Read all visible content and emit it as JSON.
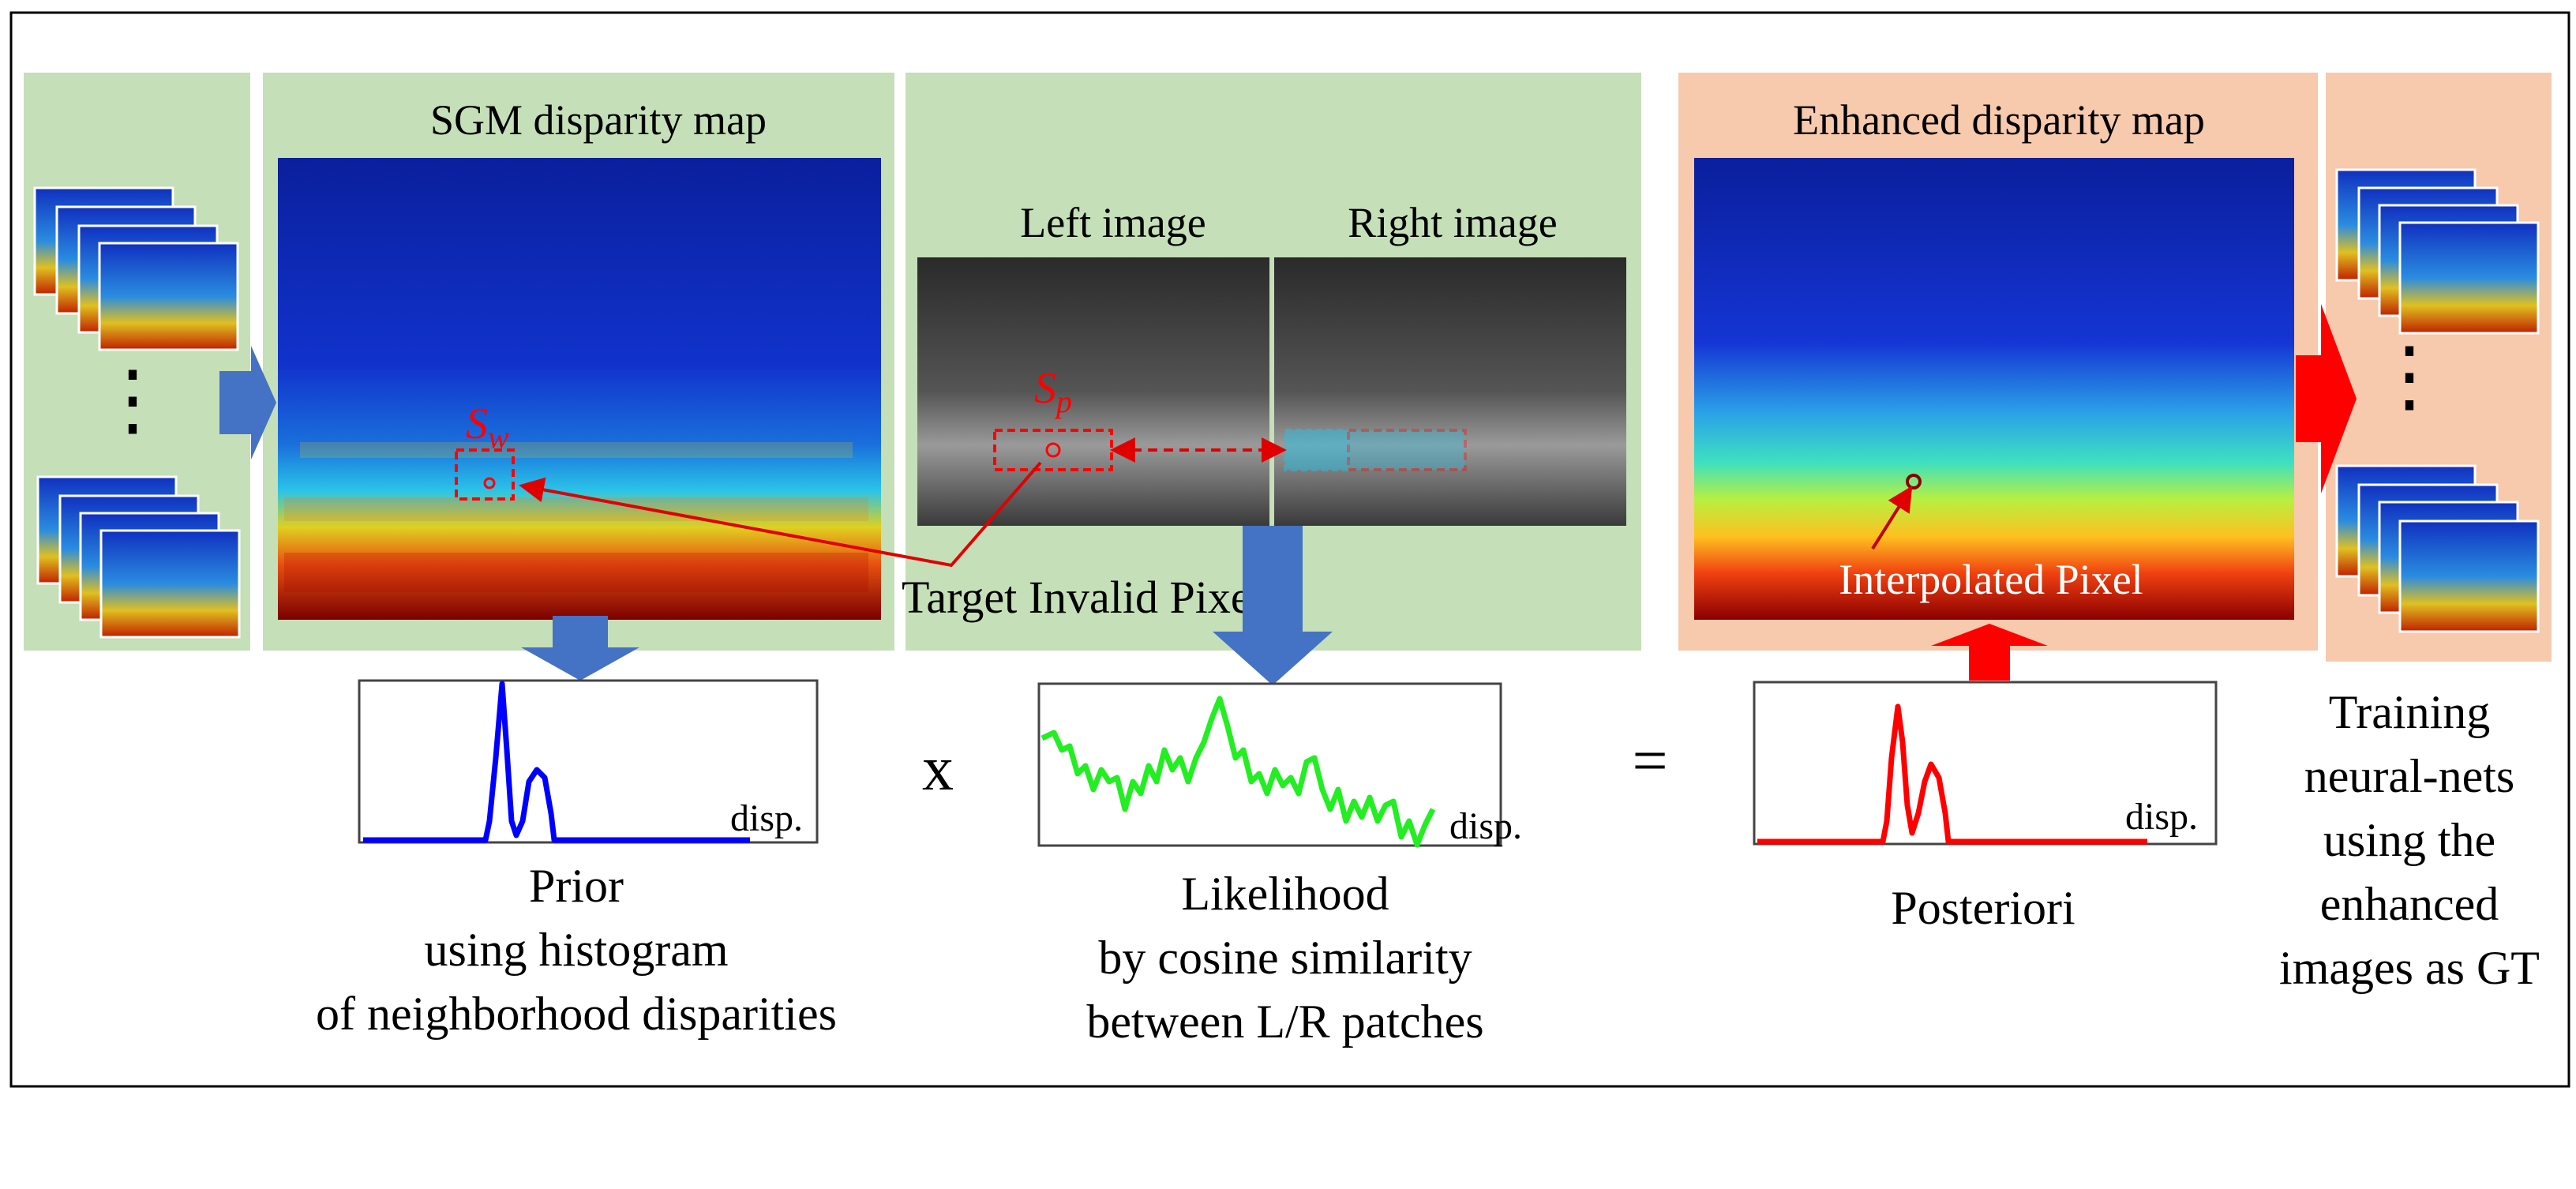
{
  "colors": {
    "green_panel": "#c5dfb8",
    "salmon_panel": "#f7c9ad",
    "blue_arrow": "#4472c4",
    "red_arrow": "#ff0000",
    "prior_curve": "#0000ff",
    "likelihood_curve": "#22ee22",
    "posterior_curve": "#ff0000"
  },
  "panels": {
    "sgm_title": "SGM disparity map",
    "left_image_title": "Left image",
    "right_image_title": "Right image",
    "enhanced_title": "Enhanced disparity map",
    "target_invalid_pixel": "Target Invalid Pixel",
    "interpolated_pixel": "Interpolated Pixel",
    "sw_label": "S",
    "sw_sub": "w",
    "sp_label": "S",
    "sp_sub": "p",
    "stack_ellipsis": "⋮"
  },
  "plots": {
    "prior": {
      "axis_label": "disp.",
      "caption": [
        "Prior",
        "using histogram",
        "of neighborhood disparities"
      ]
    },
    "likelihood": {
      "axis_label": "disp.",
      "caption": [
        "Likelihood",
        "by cosine similarity",
        "between L/R patches"
      ]
    },
    "posterior": {
      "axis_label": "disp.",
      "caption": [
        "Posteriori"
      ]
    }
  },
  "operators": {
    "times": "x",
    "equals": "="
  },
  "training_caption": [
    "Training",
    "neural-nets",
    "using the",
    "enhanced",
    "images as GT"
  ]
}
